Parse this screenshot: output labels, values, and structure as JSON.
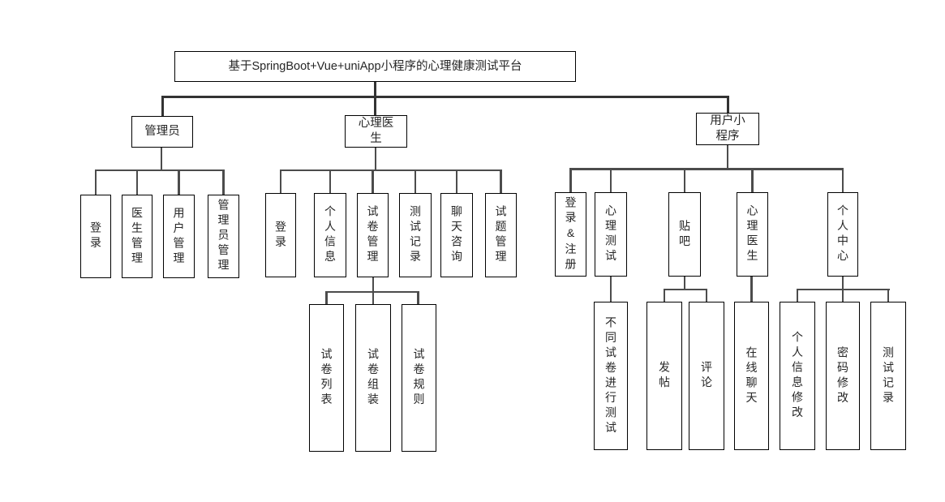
{
  "colors": {
    "background": "#ffffff",
    "box_border": "#000000",
    "box_fill": "#ffffff",
    "text": "#262626",
    "connector": "#4c4c4c",
    "connector_main": "#333333"
  },
  "nodes": {
    "root": {
      "label": "基于SpringBoot+Vue+uniApp小程序的心理健康测试平台"
    },
    "admin": {
      "label": "管理员"
    },
    "doctor": {
      "label": "心理医\n生"
    },
    "miniapp": {
      "label": "用户小\n程序"
    },
    "admin_login": {
      "label": "登录"
    },
    "doctor_mgmt": {
      "label": "医生管理"
    },
    "user_mgmt": {
      "label": "用户管理"
    },
    "admin_mgmt": {
      "label": "管理员管理"
    },
    "doc_login": {
      "label": "登录"
    },
    "doc_profile": {
      "label": "个人信息"
    },
    "paper_mgmt": {
      "label": "试卷管理"
    },
    "test_records": {
      "label": "测试记录"
    },
    "chat_consult": {
      "label": "聊天咨询"
    },
    "question_mgmt": {
      "label": "试题管理"
    },
    "paper_list": {
      "label": "试卷列表"
    },
    "paper_assembly": {
      "label": "试卷组装"
    },
    "paper_rules": {
      "label": "试卷规则"
    },
    "login_register": {
      "label": "登录&注册"
    },
    "psych_test": {
      "label": "心理测试"
    },
    "forum": {
      "label": "贴吧"
    },
    "psych_doctor": {
      "label": "心理医生"
    },
    "personal_center": {
      "label": "个人中心"
    },
    "diff_paper_test": {
      "label": "不同试卷进行测试"
    },
    "post": {
      "label": "发帖"
    },
    "comment": {
      "label": "评论"
    },
    "online_chat": {
      "label": "在线聊天"
    },
    "profile_edit": {
      "label": "个人信息修改"
    },
    "password_edit": {
      "label": "密码修改"
    },
    "test_record_user": {
      "label": "测试记录"
    }
  }
}
